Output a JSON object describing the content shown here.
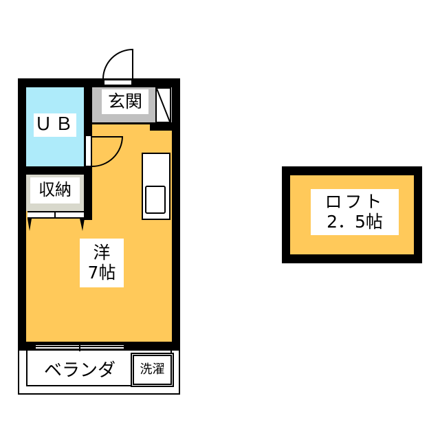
{
  "colors": {
    "room_western": "#FFC95A",
    "unit_bath": "#AEEBFA",
    "entrance": "#C0C0C0",
    "storage": "#D8D8CC",
    "wall": "#000000",
    "label_bg": "#FFFFFF"
  },
  "rooms": {
    "unit_bath": {
      "label": "ＵＢ"
    },
    "entrance": {
      "label": "玄関"
    },
    "storage": {
      "label": "収納"
    },
    "western_room": {
      "label": "洋",
      "size": "7帖"
    },
    "balcony": {
      "label": "ベランダ"
    },
    "laundry": {
      "label": "洗濯"
    },
    "loft": {
      "label": "ロフト",
      "size": "2．5帖"
    }
  },
  "fixtures": [
    "entry-door",
    "bath-door",
    "shoe-cabinet",
    "kitchen-counter",
    "sink",
    "closet-doors",
    "sliding-window"
  ]
}
